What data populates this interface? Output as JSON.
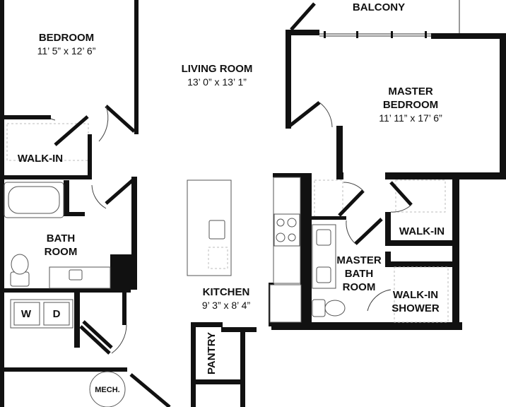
{
  "rooms": {
    "bedroom": {
      "name": "BEDROOM",
      "dims": "11’ 5” x 12’ 6”"
    },
    "living": {
      "name": "LIVING ROOM",
      "dims": "13’ 0” x 13’ 1”"
    },
    "balcony": {
      "name": "BALCONY"
    },
    "master_bedroom": {
      "name_1": "MASTER",
      "name_2": "BEDROOM",
      "dims": "11’ 11” x 17’ 6”"
    },
    "walkin": {
      "name": "WALK-IN"
    },
    "bath": {
      "name_1": "BATH",
      "name_2": "ROOM"
    },
    "kitchen": {
      "name": "KITCHEN",
      "dims": "9’ 3” x 8’ 4”"
    },
    "master_bath": {
      "name_1": "MASTER",
      "name_2": "BATH",
      "name_3": "ROOM"
    },
    "master_walkin": {
      "name": "WALK-IN"
    },
    "walkin_shower": {
      "name_1": "WALK-IN",
      "name_2": "SHOWER"
    },
    "pantry": {
      "name": "PANTRY"
    },
    "mech": {
      "name": "MECH."
    }
  },
  "appliances": {
    "washer": "W",
    "dryer": "D"
  }
}
